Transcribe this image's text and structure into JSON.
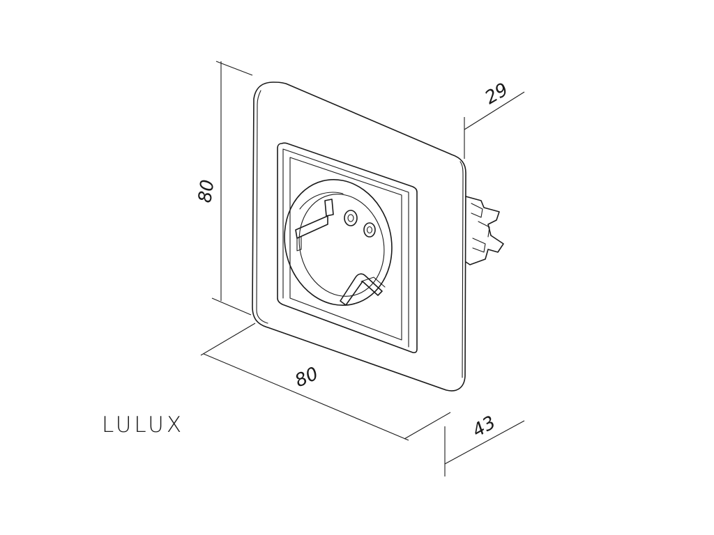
{
  "diagram": {
    "brand": "LULUX",
    "dimensions": {
      "height": "80",
      "width": "80",
      "plate_depth": "29",
      "total_depth": "43"
    }
  }
}
